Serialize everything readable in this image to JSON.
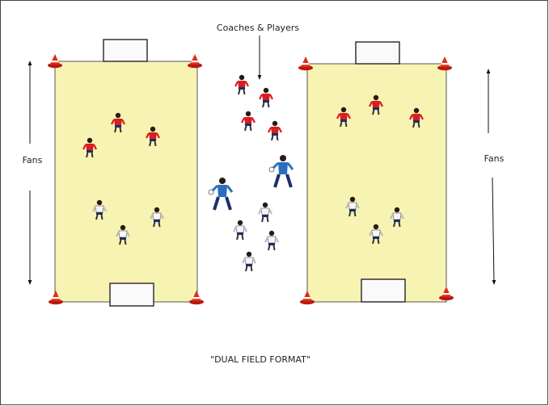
{
  "labels": {
    "top": "Coaches & Players",
    "fans_left": "Fans",
    "fans_right": "Fans",
    "title": "\"DUAL FIELD FORMAT\""
  },
  "colors": {
    "field_fill": "#f7f3b3",
    "field_border": "#555555",
    "red_jersey": "#d81e1e",
    "white_jersey": "#f4f4f4",
    "blue_jersey": "#2a6fbf",
    "shorts": "#1c2f6b",
    "cone": "#e02a1a"
  },
  "icons": [
    "goal-icon",
    "cone-icon",
    "player-icon",
    "coach-icon",
    "arrow-icon"
  ]
}
